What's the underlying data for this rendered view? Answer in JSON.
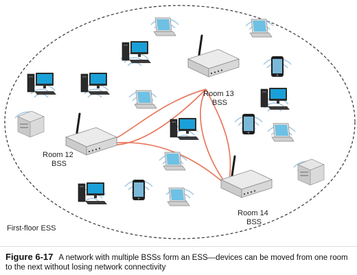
{
  "ess_label": "First-floor ESS",
  "rooms": [
    {
      "line1": "Room 12",
      "line2": "BSS"
    },
    {
      "line1": "Room 13",
      "line2": "BSS"
    },
    {
      "line1": "Room 14",
      "line2": "BSS"
    }
  ],
  "caption": {
    "number": "Figure 6-17",
    "text": "A network with multiple BSSs form an ESS—devices can be moved from one room to the next without losing network connectivity"
  },
  "colors": {
    "link": "#e8785d",
    "wave": "#a9cbe3",
    "screen": "#1aa0d8",
    "boundary": "#333333"
  },
  "icons": [
    "access-point-icon",
    "desktop-computer-icon",
    "laptop-icon",
    "smartphone-icon",
    "printer-icon"
  ]
}
